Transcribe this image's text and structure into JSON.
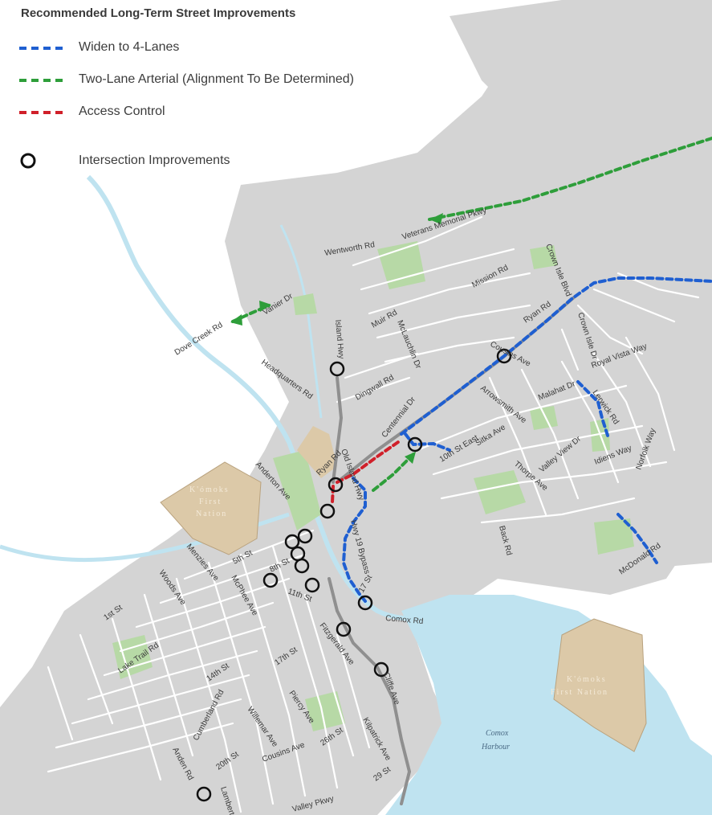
{
  "legend": {
    "title": "Recommended Long-Term Street Improvements",
    "items": [
      {
        "label": "Widen to 4-Lanes",
        "color": "#1f5fd1",
        "symbol": "dashed-line"
      },
      {
        "label": "Two-Lane Arterial (Alignment To Be Determined)",
        "color": "#2e9e3a",
        "symbol": "dashed-line"
      },
      {
        "label": "Access Control",
        "color": "#d0202a",
        "symbol": "dashed-line"
      },
      {
        "label": "Intersection Improvements",
        "color": "#111111",
        "symbol": "circle"
      }
    ]
  },
  "colors": {
    "land": "#d4d4d4",
    "park": "#b7d9a6",
    "water": "#bfe3f0",
    "first_nation": "#dcc9a8",
    "road": "#ffffff",
    "highway": "#8f8f8f"
  },
  "roads": {
    "veterans_memorial_pkwy": "Veterans Memorial Pkwy",
    "wentworth_rd": "Wentworth Rd",
    "mission_rd": "Mission Rd",
    "crown_isle_blvd": "Crown Isle Blvd",
    "vanier_dr": "Vanier Dr",
    "dove_creek_rd": "Dove Creek Rd",
    "island_hwy": "Island Hwy",
    "muir_rd": "Muir Rd",
    "mclauchlin_dr": "McLauchlin Dr",
    "ryan_rd": "Ryan Rd",
    "crown_isle_dr": "Crown Isle Dr",
    "royal_vista_way": "Royal Vista Way",
    "headquarters_rd": "Headquarters Rd",
    "dingwall_rd": "Dingwall Rd",
    "cousins_ave_n": "Cousins Ave",
    "arrowsmith_ave": "Arrowsmith Ave",
    "malahat_dr": "Malahat Dr",
    "lerwick_rd": "Lerwick Rd",
    "centennial_dr": "Centennial Dr",
    "tenth_st_east": "10th St East",
    "sitka_ave": "Sitka Ave",
    "thorpe_ave": "Thorpe Ave",
    "valley_view_dr": "Valley View Dr",
    "idiens_way": "Idiens Way",
    "norfolk_way": "Norfolk Way",
    "ryan_rd_w": "Ryan Rd",
    "old_island_hwy": "Old Island Hwy",
    "anderton_ave": "Anderton Ave",
    "hwy_19_bypass": "Hwy 19 Bypass",
    "back_rd": "Back Rd",
    "mcdonald_rd": "McDonald Rd",
    "menzies_ave": "Menzies Ave",
    "fifth_st": "5th St",
    "eighth_st": "8th St",
    "eleventh_st": "11th St",
    "woods_ave": "Woods Ave",
    "mcphee_ave": "McPhee Ave",
    "first_st": "1st St",
    "seventeenth_st_e": "17 St",
    "comox_rd": "Comox Rd",
    "fitzgerald_ave": "Fitzgerald Ave",
    "lake_trail_rd": "Lake Trail Rd",
    "fourteenth_st": "14th St",
    "seventeenth_st": "17th St",
    "cliffe_ave": "Cliffe Ave",
    "willemar_ave": "Willemar Ave",
    "piercy_ave": "Piercy Ave",
    "cumberland_rd": "Cumberland Rd",
    "twentieth_st": "20th St",
    "twentysixth_st": "26th St",
    "kilpatrick_ave": "Kilpatrick Ave",
    "anden_rd": "Anden Rd",
    "lambert_dr": "Lambert Dr",
    "cousins_ave_s": "Cousins Ave",
    "twentyninth_st": "29 St",
    "valley_pkwy": "Valley Pkwy"
  },
  "areas": {
    "first_nation_1_line1": "K'ómoks",
    "first_nation_1_line2": "First",
    "first_nation_1_line3": "Nation",
    "first_nation_2_line1": "K'ómoks",
    "first_nation_2_line2": "First Nation",
    "harbour_line1": "Comox",
    "harbour_line2": "Harbour"
  }
}
